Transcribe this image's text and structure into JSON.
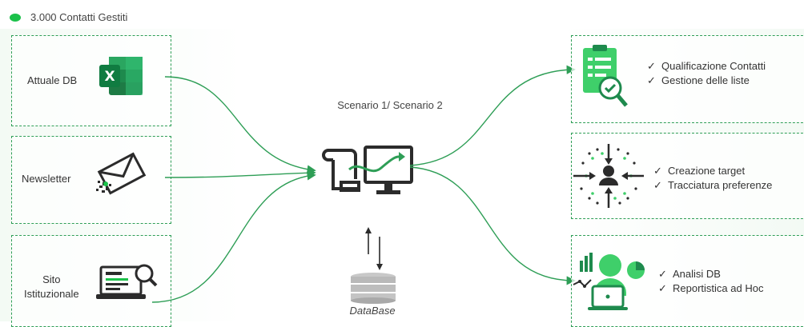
{
  "legend": {
    "label": "3.000 Contatti Gestiti",
    "color": "#1bc14a"
  },
  "sources": [
    {
      "label": "Attuale DB",
      "icon": "excel-icon"
    },
    {
      "label": "Newsletter",
      "icon": "envelope-icon"
    },
    {
      "label_line1": "Sito",
      "label_line2": "Istituzionale",
      "icon": "website-search-icon"
    }
  ],
  "center": {
    "title": "Scenario 1/ Scenario 2",
    "icon": "workflow-monitor-icon",
    "db_label": "DataBase",
    "db_icon": "database-icon"
  },
  "outputs": [
    {
      "icon": "clipboard-check-icon",
      "items": [
        "Qualificazione Contatti",
        "Gestione delle liste"
      ]
    },
    {
      "icon": "target-user-icon",
      "items": [
        "Creazione target",
        "Tracciatura preferenze"
      ]
    },
    {
      "icon": "analytics-user-icon",
      "items": [
        "Analisi DB",
        "Reportistica ad Hoc"
      ]
    }
  ],
  "check_symbol": "✓",
  "colors": {
    "accent": "#2e9e56",
    "bright": "#1bc14a",
    "dark": "#2b2b2b"
  }
}
